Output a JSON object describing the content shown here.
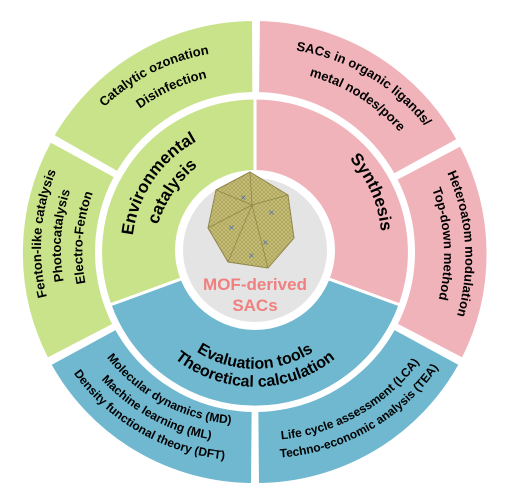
{
  "center": {
    "title_line1": "MOF-derived",
    "title_line2": "SACs",
    "title_color": "#f08080"
  },
  "inner_sections": {
    "environmental": {
      "line1": "Environmental",
      "line2": "catalysis"
    },
    "synthesis": {
      "line1": "Synthesis"
    },
    "evaluation": {
      "line1": "Theoretical calculation",
      "line2": "Evaluation tools"
    }
  },
  "outer_sections": {
    "top_left": {
      "line1": "Catalytic ozonation",
      "line2": "Disinfection"
    },
    "top_right": {
      "line1": "SACs in organic ligands/",
      "line2": "metal nodes/pore"
    },
    "left": {
      "line1": "Fenton-like catalysis",
      "line2": "Photocatalysis",
      "line3": "Electro-Fenton"
    },
    "right": {
      "line1": "Heteroatom modulation",
      "line2": "Top-down method"
    },
    "bottom_left": {
      "line1": "Density functional theory (DFT)",
      "line2": "Machine learning (ML)",
      "line3": "Molecular dynamics (MD)"
    },
    "bottom_right": {
      "line1": "Techno-economic analysis (TEA)",
      "line2": "Life cycle assessment (LCA)"
    }
  },
  "colors": {
    "green": "#c9e38a",
    "pink": "#f0b3ba",
    "blue": "#6fb8cf",
    "center_grey": "#e4e4e4",
    "crystal": "#c8c078"
  }
}
